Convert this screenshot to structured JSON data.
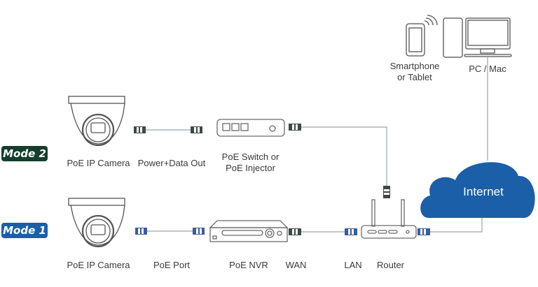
{
  "modes": {
    "mode2": {
      "label": "Mode 2",
      "color": "#133f2c"
    },
    "mode1": {
      "label": "Mode 1",
      "color": "#1a5fa8"
    }
  },
  "devices": {
    "smartphone": {
      "label_line1": "Smartphone",
      "label_line2": "or Tablet"
    },
    "pc": {
      "label": "PC / Mac"
    },
    "internet": {
      "label": "Internet",
      "color": "#1a5fa8"
    },
    "camera_mode2": {
      "label": "PoE IP Camera"
    },
    "power_data_out": {
      "label": "Power+Data Out"
    },
    "poe_switch": {
      "label_line1": "PoE Switch or",
      "label_line2": "PoE Injector"
    },
    "camera_mode1": {
      "label": "PoE IP Camera"
    },
    "poe_port": {
      "label": "PoE Port"
    },
    "poe_nvr": {
      "label": "PoE NVR"
    },
    "wan": {
      "label": "WAN"
    },
    "lan": {
      "label": "LAN"
    },
    "router": {
      "label": "Router"
    }
  },
  "colors": {
    "line": "#9aa3ab",
    "device_stroke": "#6b6b6b",
    "connector_mode2": "#3d4a44",
    "connector_mode1": "#3a5c9a"
  }
}
